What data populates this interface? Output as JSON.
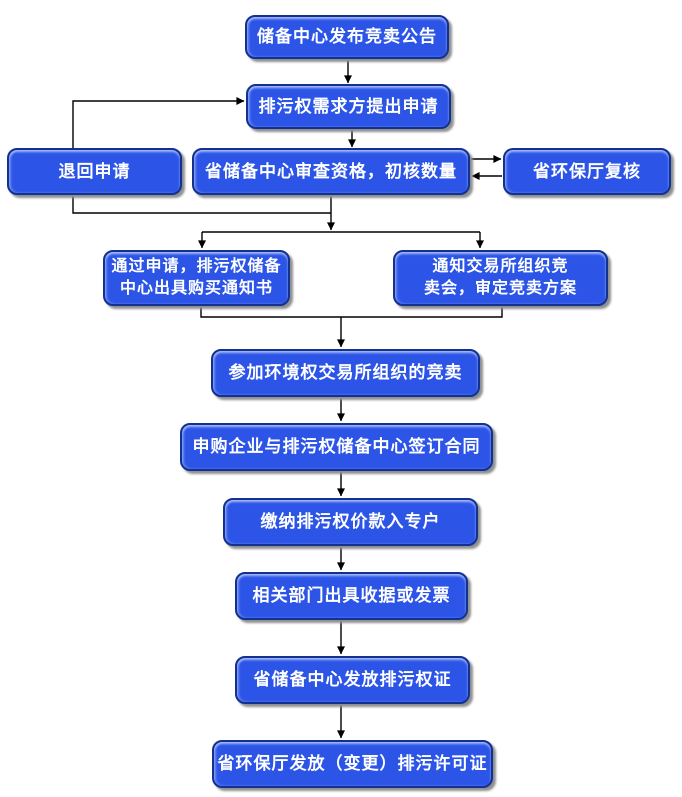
{
  "diagram": {
    "description": "排污权竞卖流程图",
    "colors": {
      "background": "#ffffff",
      "node_fill": "#2c55e8",
      "node_border": "#123291",
      "text_color": "#ffffff",
      "edge_color": "#000000",
      "shadow_color": "#909090"
    },
    "nodes": [
      {
        "id": "announce",
        "label": "储备中心发布竞卖公告"
      },
      {
        "id": "request",
        "label": "排污权需求方提出申请"
      },
      {
        "id": "return",
        "label": "退回申请"
      },
      {
        "id": "review",
        "label": "省储备中心审查资格，初核数量"
      },
      {
        "id": "recheck",
        "label": "省环保厅复核"
      },
      {
        "id": "approve-notice",
        "label": "通过申请，排污权储备\n中心出具购买通知书"
      },
      {
        "id": "auction-notice",
        "label": "通知交易所组织竞\n卖会，审定竞卖方案"
      },
      {
        "id": "auction",
        "label": "参加环境权交易所组织的竞卖"
      },
      {
        "id": "contract",
        "label": "申购企业与排污权储备中心签订合同"
      },
      {
        "id": "payment",
        "label": "缴纳排污权价款入专户"
      },
      {
        "id": "receipt",
        "label": "相关部门出具收据或发票"
      },
      {
        "id": "permit-cert",
        "label": "省储备中心发放排污权证"
      },
      {
        "id": "license",
        "label": "省环保厅发放（变更）排污许可证"
      }
    ],
    "edges": [
      {
        "from": "announce",
        "to": "request",
        "style": "arrow"
      },
      {
        "from": "request",
        "to": "review",
        "style": "arrow"
      },
      {
        "from": "review",
        "to": "recheck",
        "style": "arrow"
      },
      {
        "from": "recheck",
        "to": "review",
        "style": "arrow"
      },
      {
        "from": "return",
        "to": "request",
        "style": "arrow"
      },
      {
        "from": "return",
        "to": "review",
        "style": "line-junction"
      },
      {
        "from": "review",
        "to": "approve-notice",
        "style": "arrow"
      },
      {
        "from": "review",
        "to": "auction-notice",
        "style": "arrow"
      },
      {
        "from": "approve-notice",
        "to": "auction",
        "style": "arrow"
      },
      {
        "from": "auction-notice",
        "to": "auction",
        "style": "arrow"
      },
      {
        "from": "auction",
        "to": "contract",
        "style": "arrow"
      },
      {
        "from": "contract",
        "to": "payment",
        "style": "arrow"
      },
      {
        "from": "payment",
        "to": "receipt",
        "style": "arrow"
      },
      {
        "from": "receipt",
        "to": "permit-cert",
        "style": "arrow"
      },
      {
        "from": "permit-cert",
        "to": "license",
        "style": "arrow"
      }
    ]
  }
}
